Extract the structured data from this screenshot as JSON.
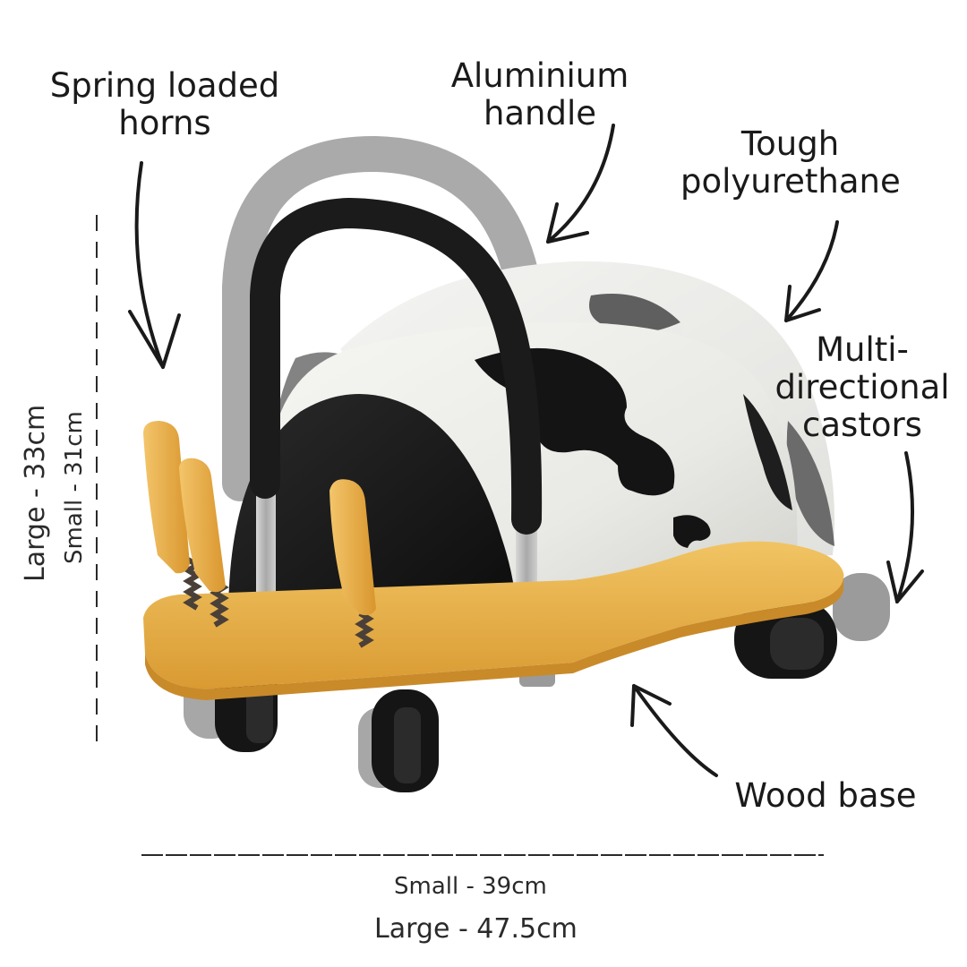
{
  "labels": {
    "horns": "Spring loaded\nhorns",
    "handle": "Aluminium\nhandle",
    "shell": "Tough\npolyurethane",
    "castors": "Multi-\ndirectional\ncastors",
    "base": "Wood base"
  },
  "dimensions": {
    "height_large": "Large - 33cm",
    "height_small": "Small - 31cm",
    "width_small": "Small - 39cm",
    "width_large": "Large - 47.5cm"
  },
  "colors": {
    "text": "#1a1a1a",
    "shell_white": "#eeeeea",
    "patch_black": "#141414",
    "wood": "#e5ad45",
    "wood_edge": "#c98a2a",
    "handle_black": "#1b1b1b",
    "handle_ghost": "#8e8e8e",
    "metal": "#b9b9b9",
    "wheel": "#151515"
  }
}
